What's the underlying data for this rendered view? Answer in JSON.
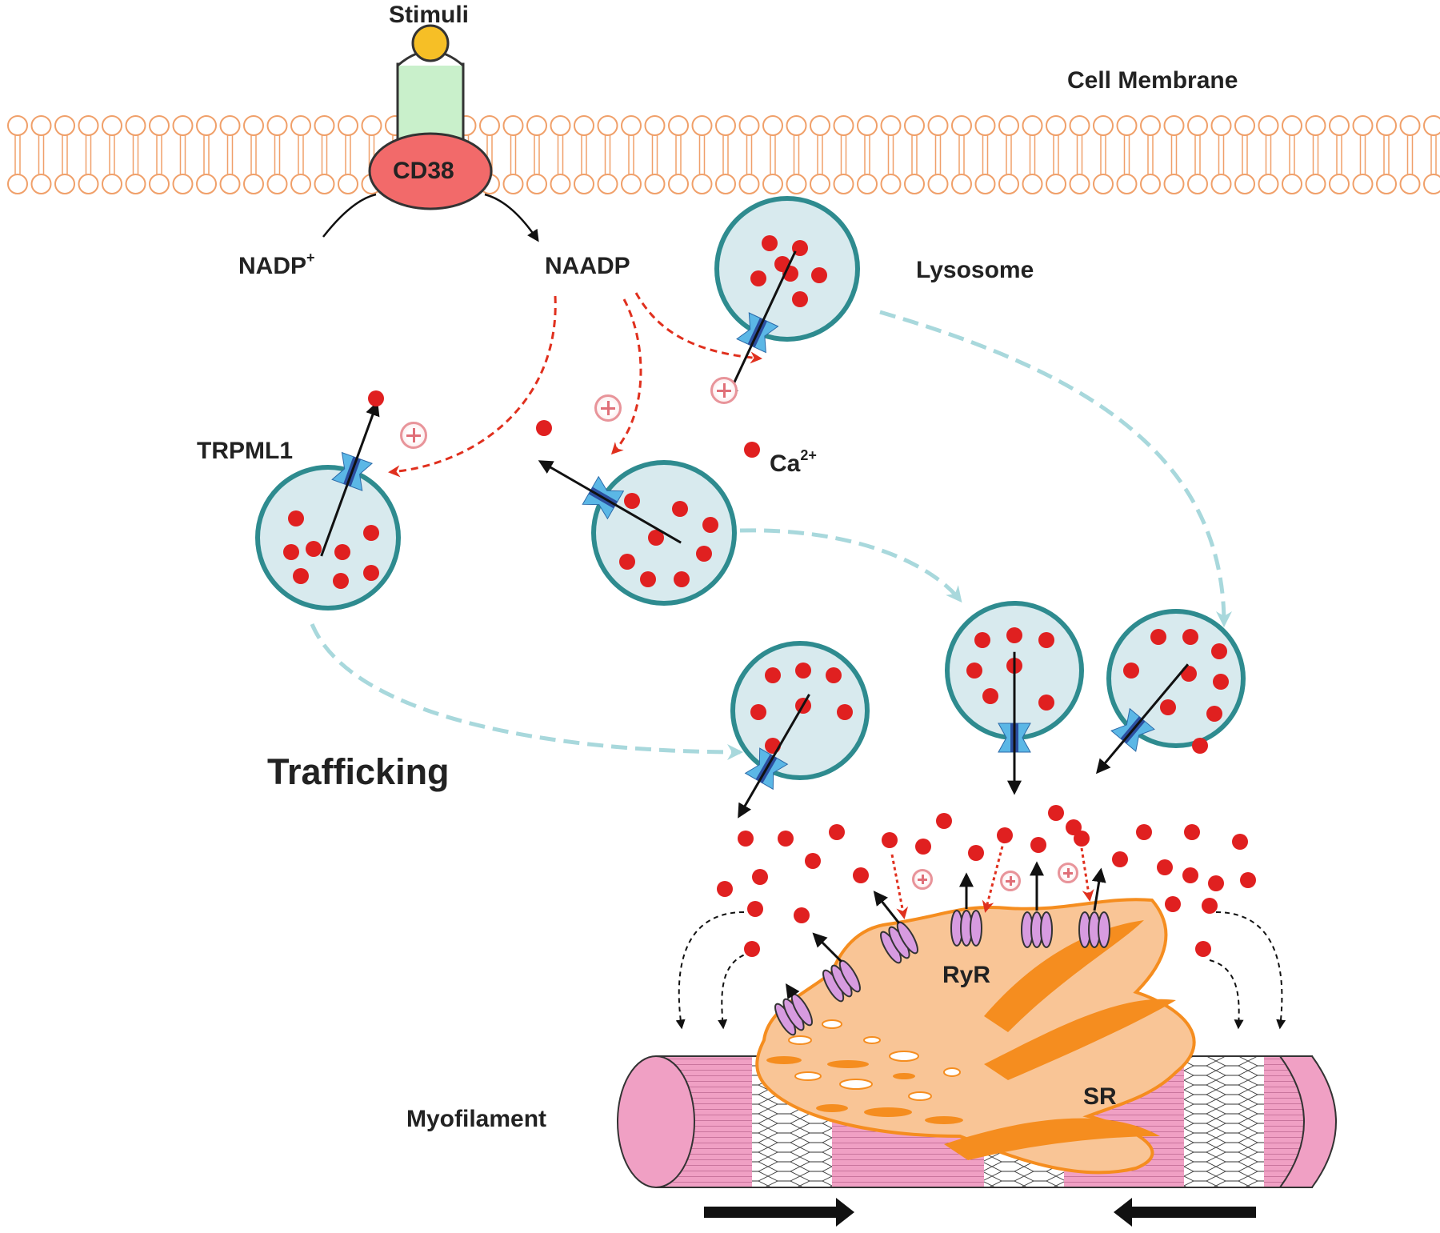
{
  "labels": {
    "stimuli": "Stimuli",
    "cell_membrane": "Cell Membrane",
    "cd38": "CD38",
    "nadp_base": "NADP",
    "nadp_sup": "+",
    "naadp": "NAADP",
    "lysosome": "Lysosome",
    "ca_base": "Ca",
    "ca_sup": "2+",
    "trpml1": "TRPML1",
    "trafficking": "Trafficking",
    "ryr": "RyR",
    "sr": "SR",
    "myofilament": "Myofilament"
  },
  "colors": {
    "membrane": "#f0a06a",
    "cd38": "#f26a6a",
    "receptor": "#c9f0cb",
    "ligand": "#f6bf26",
    "lysosome_fill": "#d8eaee",
    "lysosome_border": "#2e8b8f",
    "calcium": "#e02020",
    "trpml1_light": "#5bb7e6",
    "trpml1_dark": "#2b4fa0",
    "activation_arrow": "#e0301e",
    "trafficking_arrow": "#a8d8dc",
    "ryr": "#d79be0",
    "sr_fill": "#f9c596",
    "sr_fold": "#f58d1f",
    "myofilament": "#f0a0c4"
  },
  "icons": [
    "plus-circle-icon",
    "calcium-ion-icon",
    "trpml1-channel-icon",
    "ryr-channel-icon",
    "membrane-lipid-icon"
  ]
}
